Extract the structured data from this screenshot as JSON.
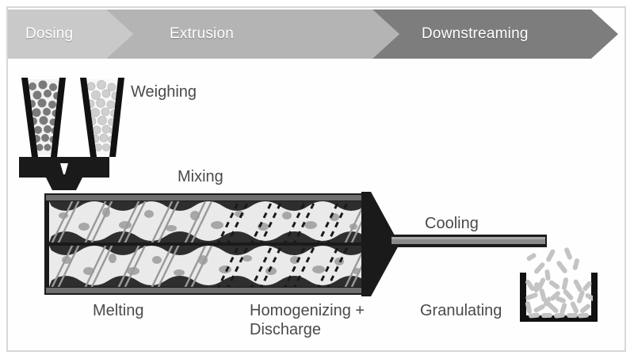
{
  "figure": {
    "title": "Twin-screw extrusion process flow diagram",
    "background_color": "#ffffff",
    "frame_color": "#d8d8d8",
    "label_color": "#4a4a4a"
  },
  "banner": {
    "stages": [
      {
        "label": "Dosing",
        "color": "#c9c9c9",
        "text_color": "#ffffff"
      },
      {
        "label": "Extrusion",
        "color": "#b4b4b4",
        "text_color": "#ffffff"
      },
      {
        "label": "Downstreaming",
        "color": "#7d7d7d",
        "text_color": "#ffffff"
      }
    ]
  },
  "labels": {
    "weighing": "Weighing",
    "mixing": "Mixing",
    "melting": "Melting",
    "homogenizing": "Homogenizing +\nDischarge",
    "cooling": "Cooling",
    "granulating": "Granulating"
  },
  "equipment": {
    "hopper_left": {
      "name": "dosing-hopper-dark",
      "pellet_color": "#7a7a7a",
      "wall_color": "#111111",
      "fill_color": "#f2f2f2"
    },
    "hopper_right": {
      "name": "dosing-hopper-light",
      "pellet_color": "#cfcfcf",
      "wall_color": "#111111",
      "fill_color": "#f6f6f6"
    },
    "feed_block": {
      "name": "feed-block",
      "color": "#1a1a1a"
    },
    "extruder_barrel": {
      "name": "twin-screw-barrel",
      "barrel_color": "#1a1a1a",
      "wall_color": "#6e6e6e",
      "melt_color": "#e8e8e8",
      "filler_color": "#9a9a9a",
      "screw_color": "#c9c9c9",
      "screws": 2,
      "kneading_zone": true
    },
    "die_cone": {
      "name": "die-cone",
      "color": "#1a1a1a"
    },
    "strand": {
      "name": "extrudate-strand",
      "outline_color": "#1a1a1a",
      "core_color": "#8a8a8a"
    },
    "granule_bin": {
      "name": "granulate-container",
      "wall_color": "#111111",
      "granule_color": "#bfbfbf",
      "granule_count_in_bin": 38,
      "granule_count_falling": 7
    }
  }
}
